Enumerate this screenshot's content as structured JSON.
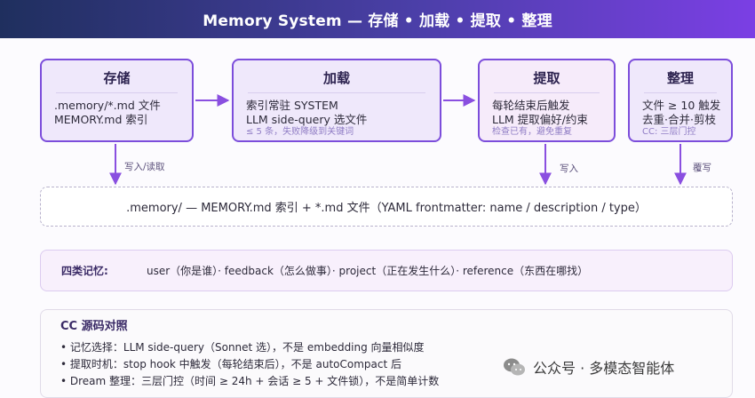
{
  "header": {
    "title": "Memory System — 存储 • 加载 • 提取 • 整理"
  },
  "stages": [
    {
      "title": "存储",
      "lines": [
        ".memory/*.md 文件",
        "MEMORY.md 索引"
      ],
      "note": ""
    },
    {
      "title": "加载",
      "lines": [
        "索引常驻 SYSTEM",
        "LLM side-query 选文件"
      ],
      "note": "≤ 5 条，失败降级到关键词"
    },
    {
      "title": "提取",
      "lines": [
        "每轮结束后触发",
        "LLM 提取偏好/约束"
      ],
      "note": "检查已有，避免重复"
    },
    {
      "title": "整理",
      "lines": [
        "文件 ≥ 10 触发",
        "去重·合并·剪枝"
      ],
      "note": "CC: 三层门控"
    }
  ],
  "edge_labels": {
    "read_write": "写入/读取",
    "write": "写入",
    "overwrite": "覆写"
  },
  "store": {
    "text": ".memory/ — MEMORY.md 索引 + *.md 文件（YAML frontmatter: name / description / type）"
  },
  "memory_types": {
    "label": "四类记忆:",
    "text": "user（你是谁）· feedback（怎么做事）· project（正在发生什么）· reference（东西在哪找）"
  },
  "cc_compare": {
    "title": "CC 源码对照",
    "items": [
      "• 记忆选择：LLM side-query（Sonnet 选），不是 embedding 向量相似度",
      "• 提取时机：stop hook 中触发（每轮结束后），不是 autoCompact 后",
      "• Dream 整理：三层门控（时间 ≥ 24h + 会话 ≥ 5 + 文件锁），不是简单计数"
    ]
  },
  "watermark": {
    "text": "公众号 · 多模态智能体",
    "icon": "wechat-icon"
  },
  "colors": {
    "header_start": "#1f2f5e",
    "header_end": "#7b3fe4",
    "accent": "#7c4ddb",
    "arrow": "#8a4fe0"
  }
}
